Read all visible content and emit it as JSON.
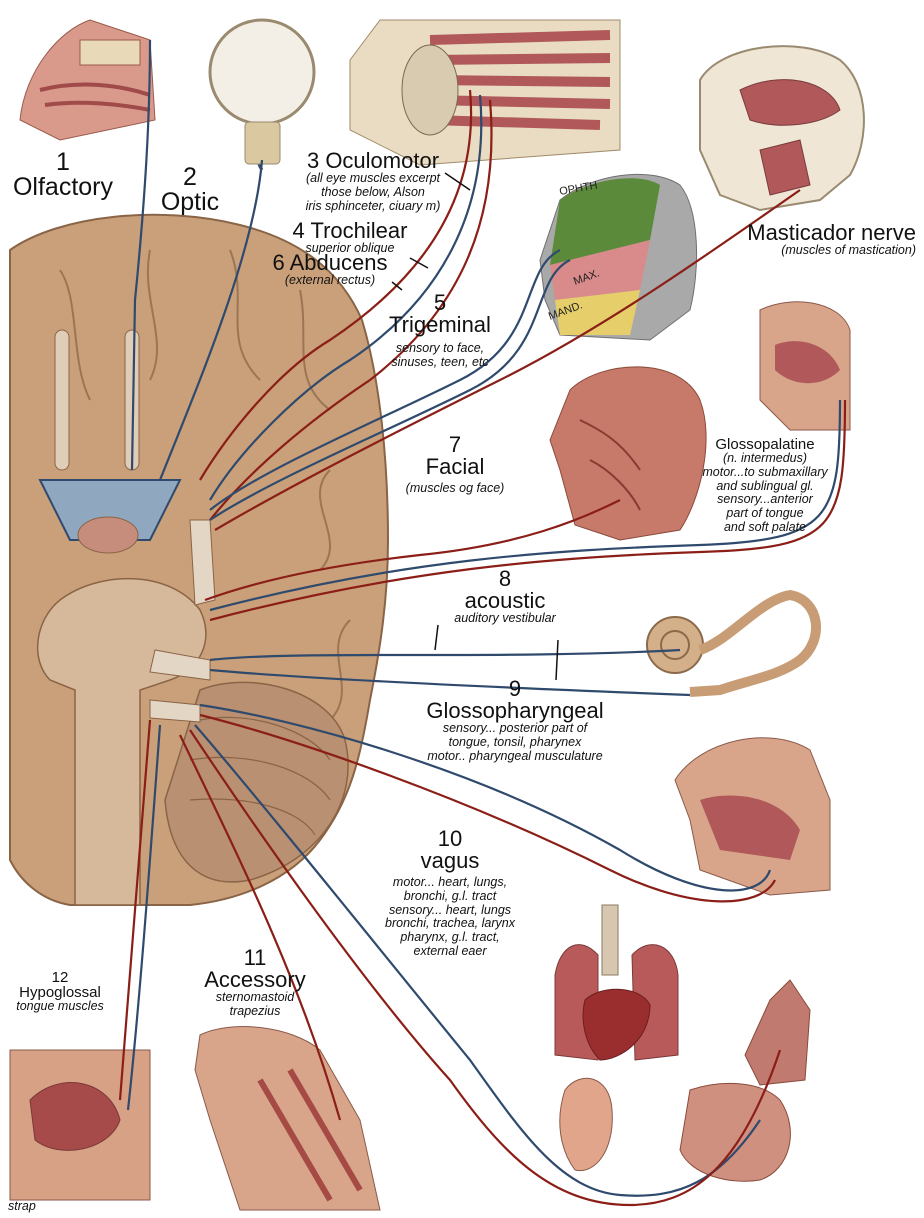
{
  "colors": {
    "brain": "#c9a07a",
    "brain_dark": "#a57c57",
    "muscle": "#b0585a",
    "nerve_red": "#8b1e17",
    "nerve_blue": "#2f4a6d",
    "skin": "#d9a58a",
    "bone": "#e6d8c4"
  },
  "nerves": {
    "n1": {
      "number": "1",
      "name": "Olfactory"
    },
    "n2": {
      "number": "2",
      "name": "Optic"
    },
    "n3": {
      "title": "3 Oculomotor",
      "desc": [
        "(all eye muscles excerpt",
        "those below, Alson",
        "iris sphinceter, ciuary m)"
      ]
    },
    "n4": {
      "title": "4 Trochilear",
      "desc": [
        "superior oblique"
      ]
    },
    "n6": {
      "title": "6 Abducens",
      "desc": [
        "(external rectus)"
      ]
    },
    "n5": {
      "number": "5",
      "name": "Trigeminal",
      "desc": [
        "sensory to face,",
        "sinuses, teen, etc"
      ]
    },
    "masticador": {
      "title": "Masticador nerve",
      "desc": [
        "(muscles of mastication)"
      ]
    },
    "n7": {
      "number": "7",
      "name": "Facial",
      "desc": [
        "(muscles og face)"
      ]
    },
    "glossopalatine": {
      "title": "Glossopalatine",
      "desc": [
        "(n. intermedus)",
        "motor...to submaxillary",
        "and sublingual gl.",
        "sensory...anterior",
        "part of tongue",
        "and soft palate"
      ]
    },
    "n8": {
      "number": "8",
      "name": "acoustic",
      "desc": [
        "auditory vestibular"
      ]
    },
    "n9": {
      "number": "9",
      "name": "Glossopharyngeal",
      "desc": [
        "sensory... posterior part of",
        "tongue, tonsil, pharynex",
        "motor.. pharyngeal musculature"
      ]
    },
    "n10": {
      "number": "10",
      "name": "vagus",
      "desc": [
        "motor... heart, lungs,",
        "bronchi, g.l. tract",
        "sensory... heart, lungs",
        "bronchi, trachea, larynx",
        "pharynx, g.l. tract,",
        "external eaer"
      ]
    },
    "n11": {
      "number": "11",
      "name": "Accessory",
      "desc": [
        "sternomastoid",
        "trapezius"
      ]
    },
    "n12": {
      "number": "12",
      "name": "Hypoglossal",
      "desc": [
        "tongue muscles"
      ]
    }
  },
  "face_regions": {
    "ophth": "OPHTH",
    "max": "MAX.",
    "mand": "MAND."
  },
  "credit": "strap"
}
